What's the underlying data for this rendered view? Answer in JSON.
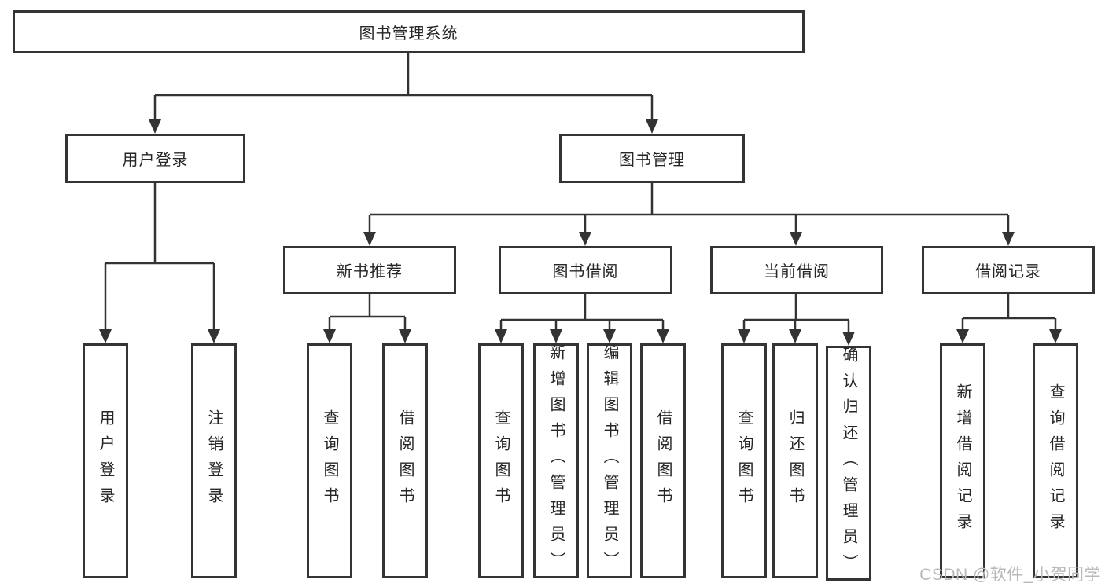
{
  "diagram": {
    "title": "图书管理系统",
    "root": "图书管理系统",
    "branches": {
      "user_login": "用户登录",
      "book_mgmt": "图书管理"
    },
    "sections": {
      "new_books": "新书推荐",
      "book_borrow": "图书借阅",
      "current_borrow": "当前借阅",
      "borrow_records": "借阅记录"
    },
    "leaves": {
      "user_login": "用户登录",
      "logout": "注销登录",
      "nb_query": "查询图书",
      "nb_borrow": "借阅图书",
      "bb_query": "查询图书",
      "bb_add": "新增图书（管理员）",
      "bb_edit": "编辑图书（管理员）",
      "bb_borrow": "借阅图书",
      "cb_query": "查询图书",
      "cb_return": "归还图书",
      "cb_confirm": "确认归还（管理员）",
      "br_add": "新增借阅记录",
      "br_query": "查询借阅记录"
    }
  },
  "watermark": {
    "text": "CSDN @软件_小贺同学",
    "color": "#b9b9b9"
  },
  "colors": {
    "background": "#ffffff",
    "line": "#333333",
    "box_border": "#343434",
    "text": "#262626"
  }
}
